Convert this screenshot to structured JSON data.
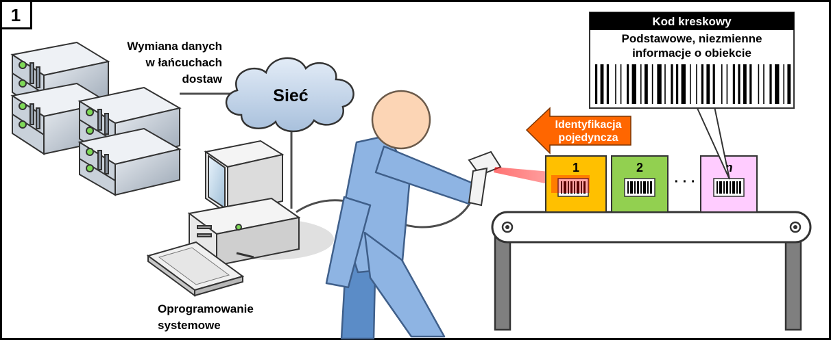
{
  "panel": {
    "number": "1"
  },
  "servers": {
    "label_lines": [
      "Wymiana danych",
      "w łańcuchach",
      "dostaw"
    ]
  },
  "network": {
    "label": "Sieć"
  },
  "computer": {
    "label_lines": [
      "Oprogramowanie",
      "systemowe"
    ]
  },
  "identification": {
    "label_lines": [
      "Identyfikacja",
      "pojedyncza"
    ]
  },
  "barcode_callout": {
    "title": "Kod kreskowy",
    "description_lines": [
      "Podstawowe, niezmienne",
      "informacje o obiekcie"
    ]
  },
  "items": [
    {
      "label": "1",
      "color": "#ffc000"
    },
    {
      "label": "2",
      "color": "#92d050"
    },
    {
      "label": "n",
      "color": "#ffccff"
    }
  ],
  "ellipsis": "· · ·",
  "colors": {
    "person": "#8eb4e3",
    "person_shadow": "#5b8cc7",
    "skin": "#fcd5b5",
    "arrow": "#ff6600",
    "laser": "#ff0000",
    "cloud": "#c6d9f1",
    "server_light": "#cfd6df",
    "server_dark": "#7f8c9b",
    "conveyor_leg": "#7f7f7f"
  }
}
